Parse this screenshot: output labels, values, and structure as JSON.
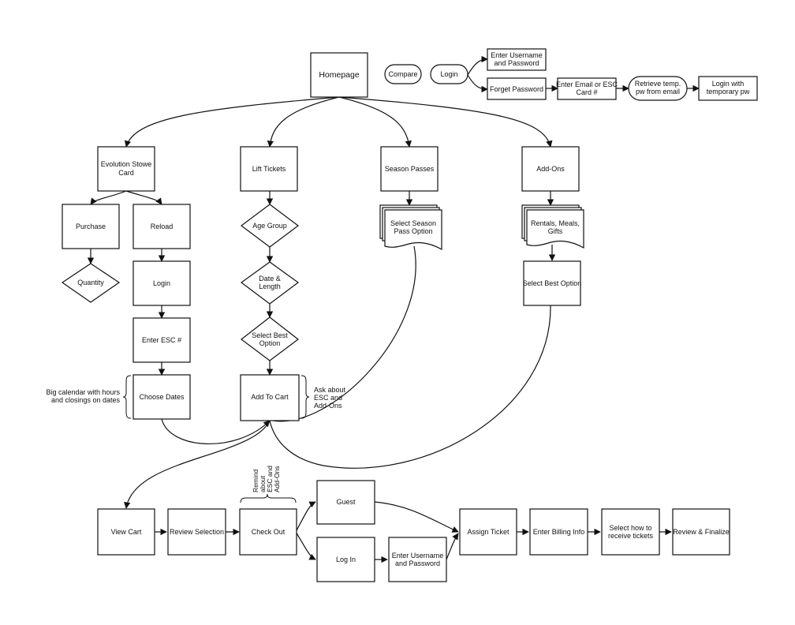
{
  "nodes": {
    "homepage": "Homepage",
    "compare": "Compare",
    "login_top": "Login",
    "enter_username_top": [
      "Enter Username",
      "and Password"
    ],
    "forget_password": "Forget Password",
    "enter_email_esc": [
      "Enter Email or ESC",
      "Card #"
    ],
    "retrieve_temp_pw": [
      "Retrieve temp.",
      "pw from email"
    ],
    "login_temp_pw": [
      "Login with",
      "temporary pw"
    ],
    "esc_card": [
      "Evolution Stowe",
      "Card"
    ],
    "lift_tickets": "Lift Tickets",
    "season_passes": "Season Passes",
    "add_ons": "Add-Ons",
    "purchase": "Purchase",
    "reload": "Reload",
    "quantity": "Quantity",
    "login_reload": "Login",
    "enter_esc": "Enter ESC #",
    "choose_dates": "Choose Dates",
    "age_group": "Age Group",
    "date_length": [
      "Date &",
      "Length"
    ],
    "select_best_option_diamond": [
      "Select Best",
      "Option"
    ],
    "add_to_cart": "Add To Cart",
    "select_season_pass": [
      "Select Season",
      "Pass Option"
    ],
    "rentals_meals_gifts": [
      "Rentals, Meals,",
      "Gifts"
    ],
    "select_best_option_box": "Select Best Option",
    "view_cart": "View Cart",
    "review_selection": "Review Selection",
    "check_out": "Check Out",
    "guest": "Guest",
    "log_in": "Log In",
    "enter_username_bottom": [
      "Enter Username",
      "and Password"
    ],
    "assign_ticket": "Assign Ticket",
    "enter_billing": "Enter Billing Info",
    "select_receive": [
      "Select how to",
      "receive tickets"
    ],
    "review_finalize": "Review & Finalize"
  },
  "annotations": {
    "calendar_note": [
      "Big calendar with hours",
      "and closings on dates"
    ],
    "ask_about": [
      "Ask about",
      "ESC and",
      "Add-Ons"
    ],
    "remind_about": [
      "Remind",
      "about",
      "ESC and",
      "Add-Ons"
    ]
  }
}
